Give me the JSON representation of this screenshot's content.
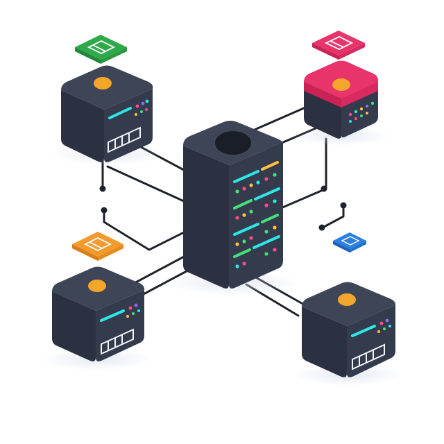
{
  "diagram": {
    "kind": "network-topology",
    "central_node": {
      "name": "central-server",
      "type": "server-tower"
    },
    "nodes": [
      {
        "name": "node-top-left",
        "type": "server-box",
        "top_accent": "#3a4152",
        "dot_color": "#f4a52c"
      },
      {
        "name": "node-top-right",
        "type": "server-box",
        "top_accent": "#e8336b",
        "dot_color": "#f4a52c"
      },
      {
        "name": "node-bottom-left",
        "type": "server-box",
        "top_accent": "#3a4152",
        "dot_color": "#f4a52c"
      },
      {
        "name": "node-bottom-right",
        "type": "server-box",
        "top_accent": "#3a4152",
        "dot_color": "#f4a52c"
      }
    ],
    "window_badges": [
      {
        "name": "badge-green",
        "color": "#2faa4a"
      },
      {
        "name": "badge-pink",
        "color": "#e8336b"
      },
      {
        "name": "badge-orange",
        "color": "#f39a2a"
      },
      {
        "name": "badge-blue",
        "color": "#2a7fe0"
      }
    ],
    "connections": [
      {
        "from": "node-top-left",
        "to": "central-server"
      },
      {
        "from": "node-top-right",
        "to": "central-server"
      },
      {
        "from": "node-bottom-left",
        "to": "central-server"
      },
      {
        "from": "node-bottom-right",
        "to": "central-server"
      }
    ]
  },
  "colors": {
    "body_dark": "#2b3140",
    "body_mid": "#343b4c",
    "body_light": "#3d4557",
    "line": "#1e222b",
    "accent_cyan": "#2ee6e6",
    "accent_green": "#45e07a",
    "accent_pink": "#ff4f8b",
    "accent_yellow": "#ffc23a",
    "accent_purple": "#8e6bff",
    "accent_orange": "#f4a52c"
  }
}
